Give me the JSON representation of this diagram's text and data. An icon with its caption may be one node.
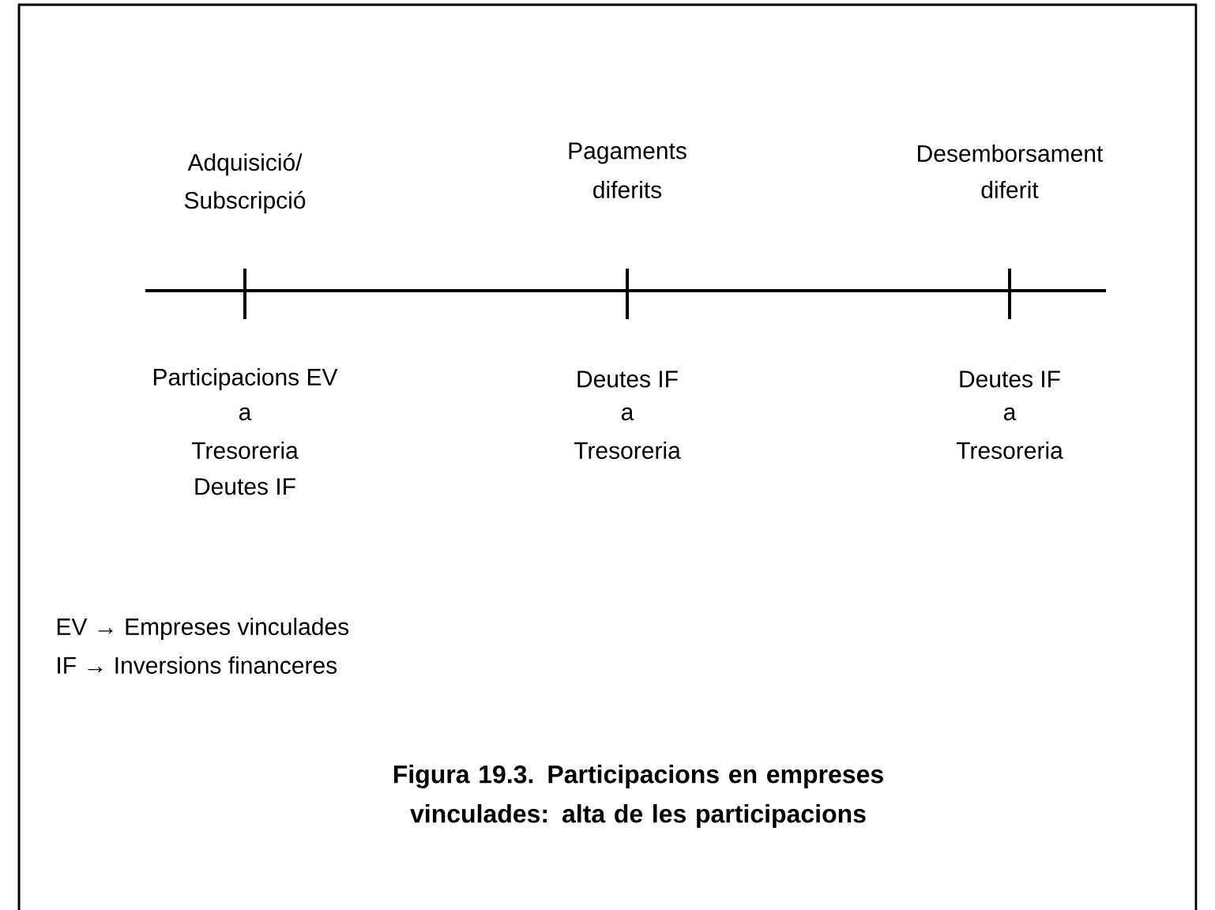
{
  "diagram": {
    "caption": "Figura 19.3. Participacions en empreses vinculades: alta de les participacions",
    "labels": [
      "Adquisició/",
      "Subscripció",
      "Pagaments",
      "diferits",
      "Desemborsament",
      "diferit",
      "Participacions EV",
      "a",
      "Tresoreria",
      "Deutes IF",
      "Deutes IF",
      "a",
      "Tresoreria",
      "Deutes IF",
      "a",
      "Tresoreria",
      "EV → Empreses vinculades",
      "IF → Inversions financeres"
    ]
  }
}
